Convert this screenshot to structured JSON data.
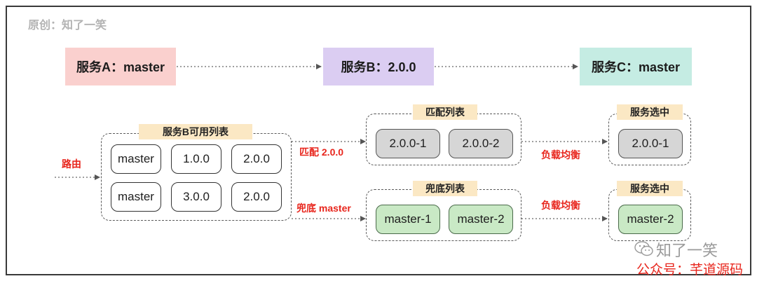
{
  "caption": "原创：知了一笑",
  "services": {
    "a": {
      "label": "服务A：master",
      "color": "#fad0ce"
    },
    "b": {
      "label": "服务B：2.0.0",
      "color": "#dbcdf2"
    },
    "c": {
      "label": "服务C：master",
      "color": "#c5ece3"
    }
  },
  "available": {
    "title": "服务B可用列表",
    "row1": [
      "master",
      "1.0.0",
      "2.0.0"
    ],
    "row2": [
      "master",
      "3.0.0",
      "2.0.0"
    ]
  },
  "match_list": {
    "title": "匹配列表",
    "items": [
      "2.0.0-1",
      "2.0.0-2"
    ]
  },
  "fallback_list": {
    "title": "兜底列表",
    "items": [
      "master-1",
      "master-2"
    ]
  },
  "selected_top": {
    "title": "服务选中",
    "item": "2.0.0-1"
  },
  "selected_bottom": {
    "title": "服务选中",
    "item": "master-2"
  },
  "labels": {
    "route": "路由",
    "match": "匹配  2.0.0",
    "fallback": "兜底  master",
    "lb_top": "负载均衡",
    "lb_bottom": "负载均衡"
  },
  "watermark": {
    "line1": "知了一笑",
    "line2": "公众号：芊道源码"
  },
  "colors": {
    "tag_bg": "#fbe8c4",
    "red": "#e8261d",
    "green_chip": "#c9e9c5",
    "gray_chip": "#d6d6d6"
  }
}
